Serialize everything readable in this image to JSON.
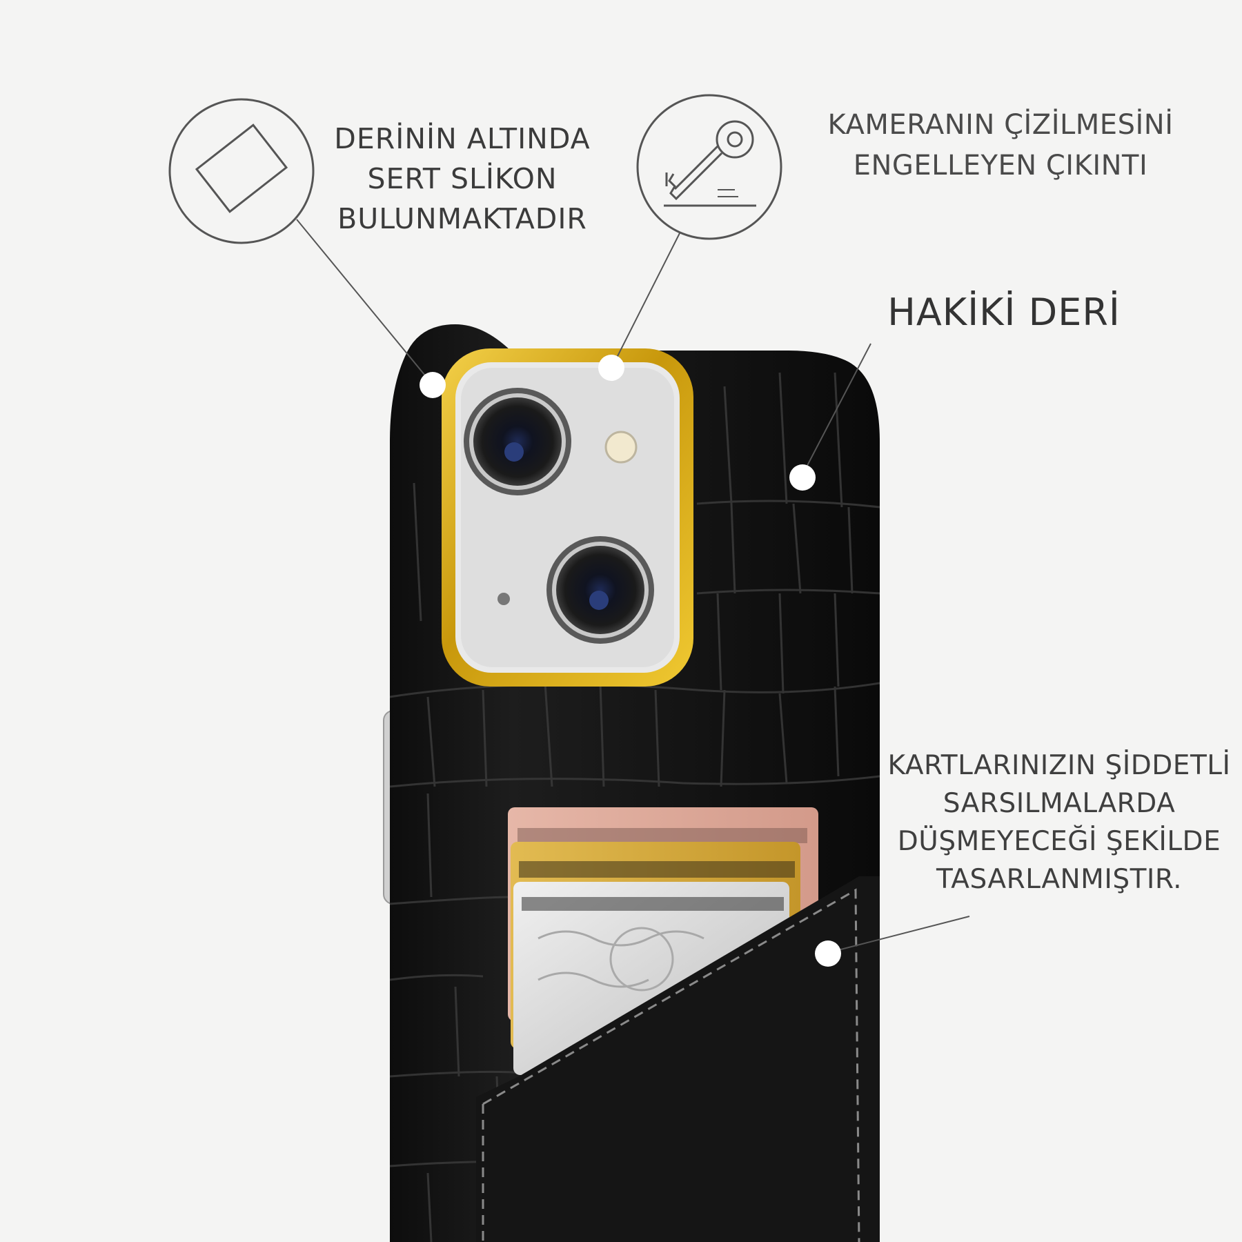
{
  "features": [
    {
      "id": "silicone",
      "lines": [
        "DERİNİN ALTINDA",
        "SERT SLİKON",
        "BULUNMAKTADIR"
      ],
      "icon": "card-outline-icon"
    },
    {
      "id": "camera",
      "lines": [
        "KAMERANIN ÇİZİLMESİNİ",
        "ENGELLEYEN ÇIKINTI"
      ],
      "icon": "key-scratch-icon"
    },
    {
      "id": "leather",
      "lines": [
        "HAKİKİ DERİ"
      ]
    },
    {
      "id": "cards",
      "lines": [
        "KARTLARINIZIN ŞİDDETLİ",
        "SARSILMALARDA",
        "DÜŞMEYECEĞİ ŞEKİLDE",
        "TASARLANMIŞTIR."
      ]
    }
  ],
  "colors": {
    "background": "#f4f4f3",
    "leather": "#141414",
    "camera_ring": "#d4a514",
    "card_rose": "#d9a89a",
    "card_gold": "#d2a43a",
    "card_silver": "#d8d8d8"
  }
}
